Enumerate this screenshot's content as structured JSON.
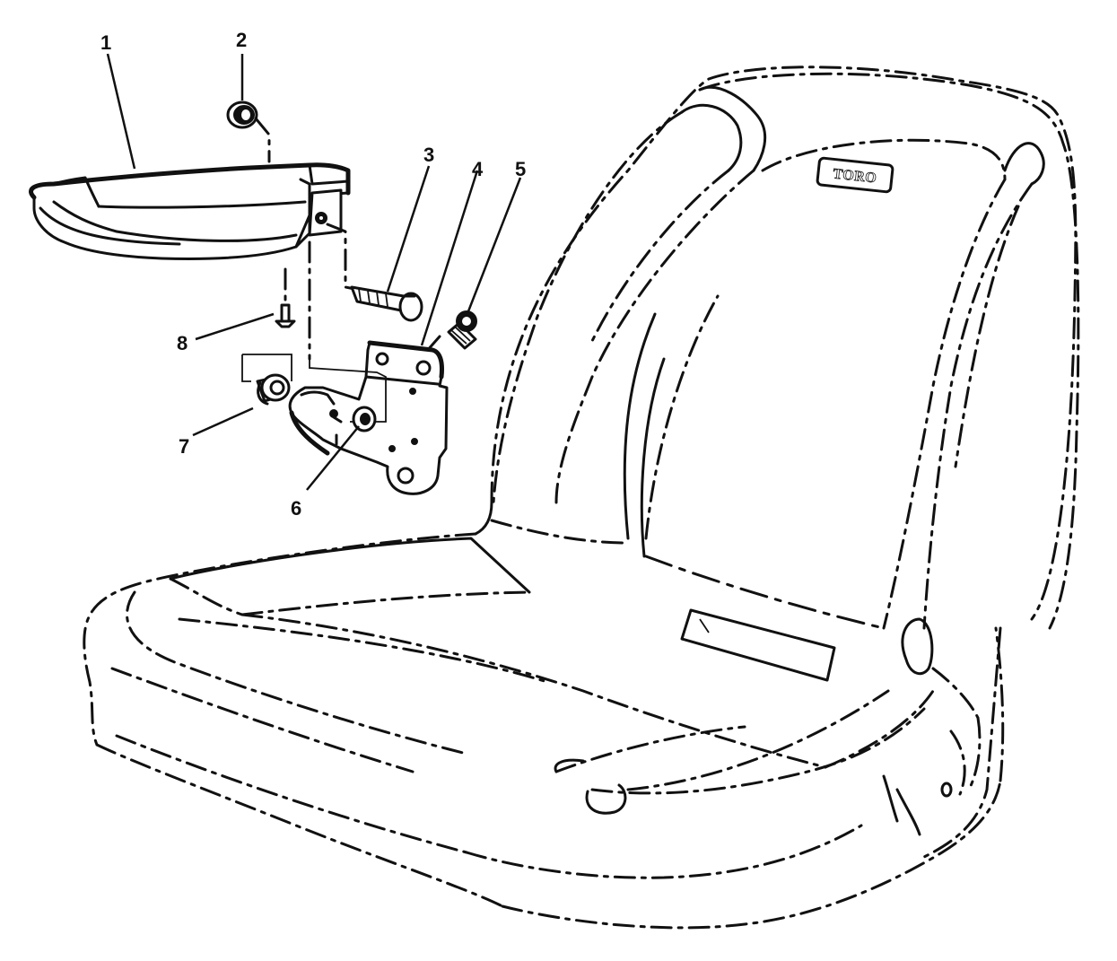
{
  "callouts": [
    {
      "id": "1",
      "label": "1"
    },
    {
      "id": "2",
      "label": "2"
    },
    {
      "id": "3",
      "label": "3"
    },
    {
      "id": "4",
      "label": "4"
    },
    {
      "id": "5",
      "label": "5"
    },
    {
      "id": "6",
      "label": "6"
    },
    {
      "id": "7",
      "label": "7"
    },
    {
      "id": "8",
      "label": "8"
    }
  ],
  "seat_logo": "TORO"
}
